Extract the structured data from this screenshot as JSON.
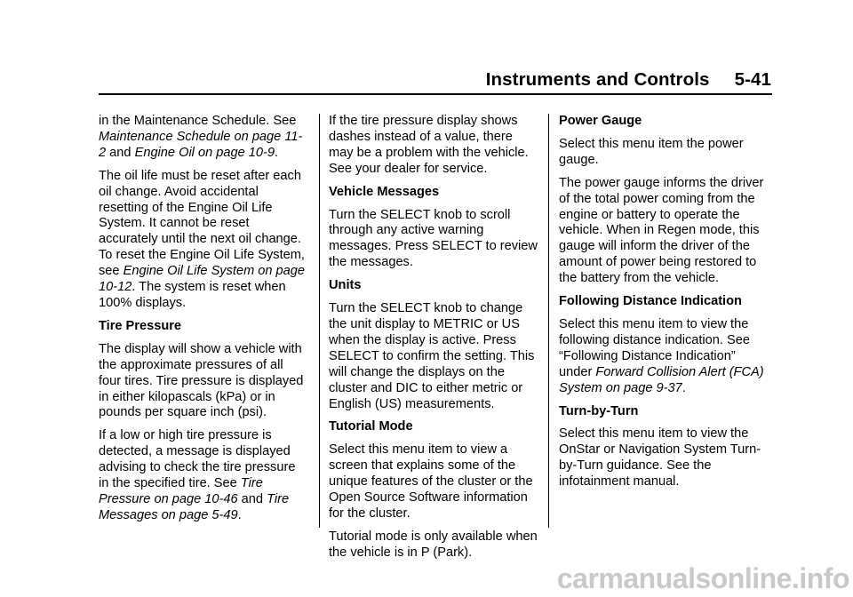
{
  "header": {
    "title": "Instruments and Controls",
    "page": "5-41"
  },
  "col1": {
    "p1a": "in the Maintenance Schedule. See",
    "p1_link1": "Maintenance Schedule on page 11-2",
    "p1_and": " and ",
    "p1_link2": "Engine Oil on page 10-9",
    "p1_end": ".",
    "p2a": "The oil life must be reset after each oil change. Avoid accidental resetting of the Engine Oil Life System. It cannot be reset accurately until the next oil change. To reset the Engine Oil Life System, see ",
    "p2_link": "Engine Oil Life System on page 10-12",
    "p2b": ". The system is reset when 100% displays.",
    "h_tire": "Tire Pressure",
    "p3": "The display will show a vehicle with the approximate pressures of all four tires. Tire pressure is displayed in either kilopascals (kPa) or in pounds per square inch (psi).",
    "p4a": "If a low or high tire pressure is detected, a message is displayed advising to check the tire pressure in the specified tire. See ",
    "p4_link1": "Tire Pressure on page 10-46",
    "p4_and": " and ",
    "p4_link2": "Tire Messages on page 5-49",
    "p4_end": "."
  },
  "col2": {
    "p1": "If the tire pressure display shows dashes instead of a value, there may be a problem with the vehicle. See your dealer for service.",
    "h_vm": "Vehicle Messages",
    "p2": "Turn the SELECT knob to scroll through any active warning messages. Press SELECT to review the messages.",
    "h_units": "Units",
    "p3": "Turn the SELECT knob to change the unit display to METRIC or US when the display is active. Press SELECT to confirm the setting. This will change the displays on the cluster and DIC to either metric or English (US) measurements.",
    "h_tut": "Tutorial Mode",
    "p4": "Select this menu item to view a screen that explains some of the unique features of the cluster or the Open Source Software information for the cluster.",
    "p5": "Tutorial mode is only available when the vehicle is in P (Park)."
  },
  "col3": {
    "h_pg": "Power Gauge",
    "p1": "Select this menu item the power gauge.",
    "p2": "The power gauge informs the driver of the total power coming from the engine or battery to operate the vehicle. When in Regen mode, this gauge will inform the driver of the amount of power being restored to the battery from the vehicle.",
    "h_fdi": "Following Distance Indication",
    "p3a": "Select this menu item to view the following distance indication. See “Following Distance Indication” under ",
    "p3_link": "Forward Collision Alert (FCA) System on page 9-37",
    "p3_end": ".",
    "h_tbt": "Turn-by-Turn",
    "p4": "Select this menu item to view the OnStar or Navigation System Turn-by-Turn guidance. See the infotainment manual."
  },
  "watermark": "carmanualsonline.info"
}
